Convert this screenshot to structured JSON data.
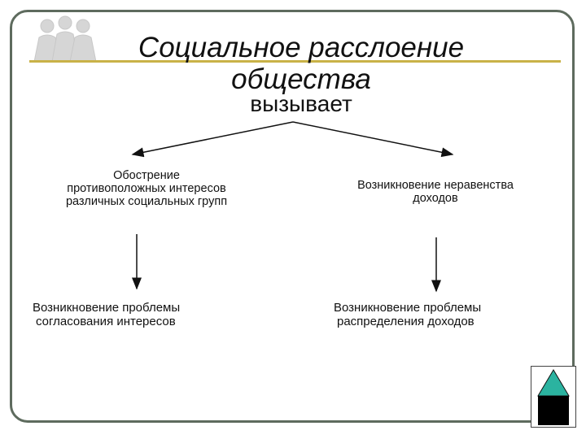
{
  "title": {
    "line1": "Социальное расслоение",
    "line2": "общества"
  },
  "subtitle": "вызывает",
  "left": {
    "cause": [
      "Обострение",
      "противоположных интересов",
      "различных социальных групп"
    ],
    "effect": [
      "Возникновение проблемы",
      "согласования интересов"
    ]
  },
  "right": {
    "cause": [
      "Возникновение неравенства",
      "доходов"
    ],
    "effect": [
      "Возникновение проблемы",
      "распределения доходов"
    ]
  },
  "colors": {
    "frame": "#5e6b5e",
    "rule": "#c9b248",
    "nav_triangle": "#2bb3a0"
  }
}
